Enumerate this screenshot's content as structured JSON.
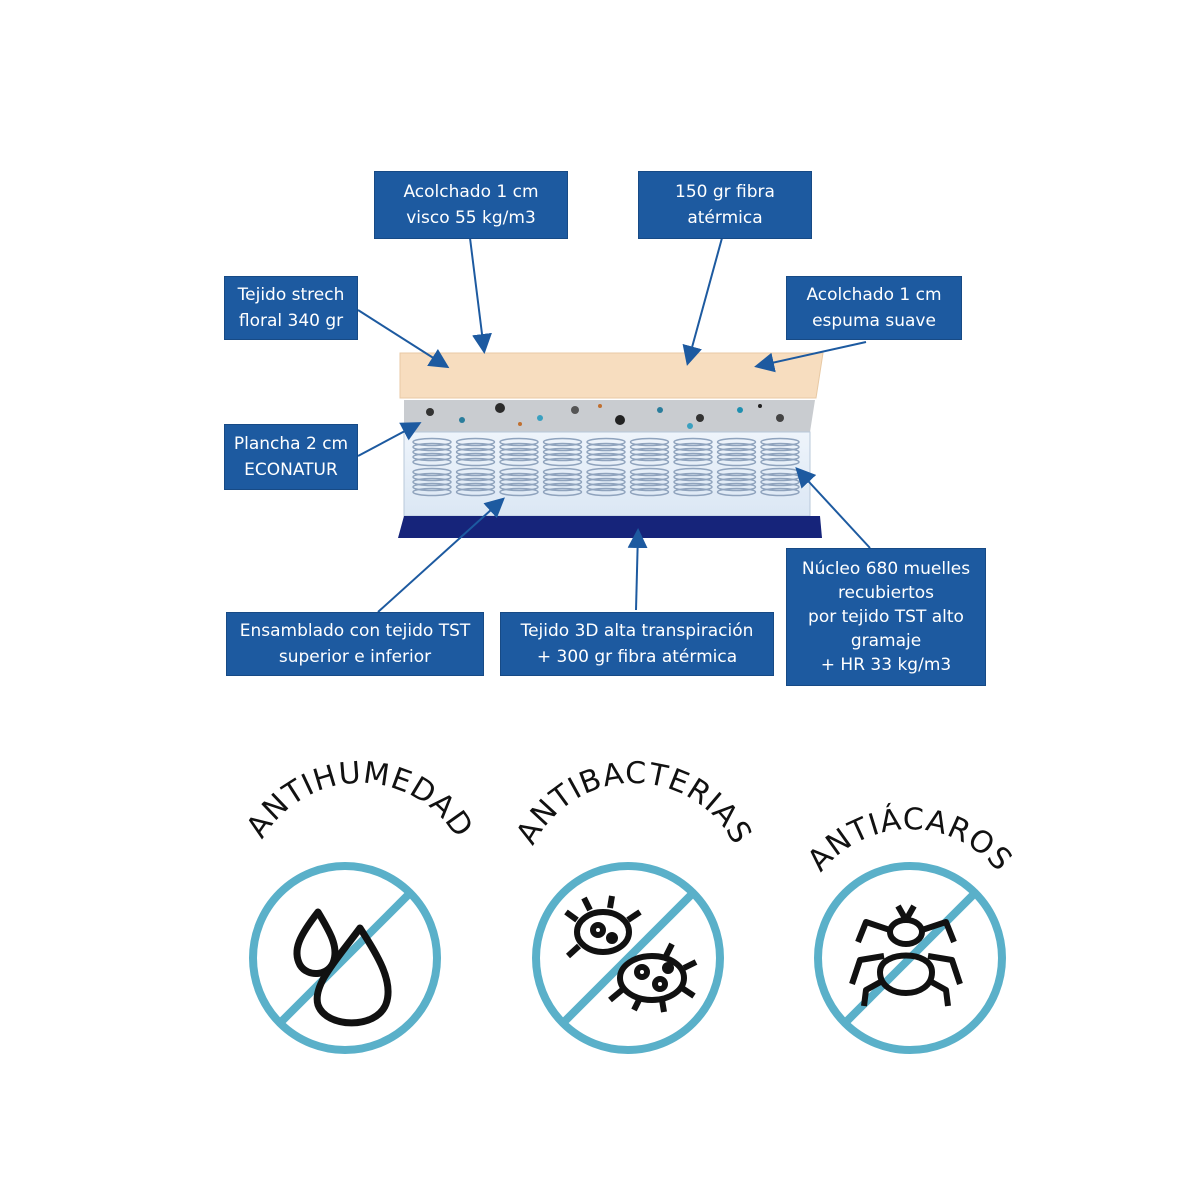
{
  "labels": {
    "acolchado_visco": "Acolchado 1 cm\nvisco 55 kg/m3",
    "fibra_atermica": "150 gr fibra\natérmica",
    "tejido_strech": "Tejido strech\nfloral 340 gr",
    "acolchado_espuma": "Acolchado 1 cm\nespuma suave",
    "plancha": "Plancha 2 cm\nECONATUR",
    "ensamblado": "Ensamblado con tejido TST\nsuperior e inferior",
    "tejido_3d": "Tejido 3D alta transpiración\n+ 300 gr fibra atérmica",
    "nucleo": "Núcleo 680 muelles\nrecubiertos\npor tejido TST alto\ngramaje\n+ HR 33 kg/m3"
  },
  "badges": [
    {
      "title": "ANTIHUMEDAD",
      "icon": "water-drops-icon"
    },
    {
      "title": "ANTIBACTERIAS",
      "icon": "bacteria-icon"
    },
    {
      "title": "ANTIÁCAROS",
      "icon": "mite-icon"
    }
  ],
  "colors": {
    "label_bg": "#1d5aa0",
    "badge_ring": "#5ab0c9",
    "top_layer": "#f7ddbf",
    "base_layer": "#16247a"
  }
}
